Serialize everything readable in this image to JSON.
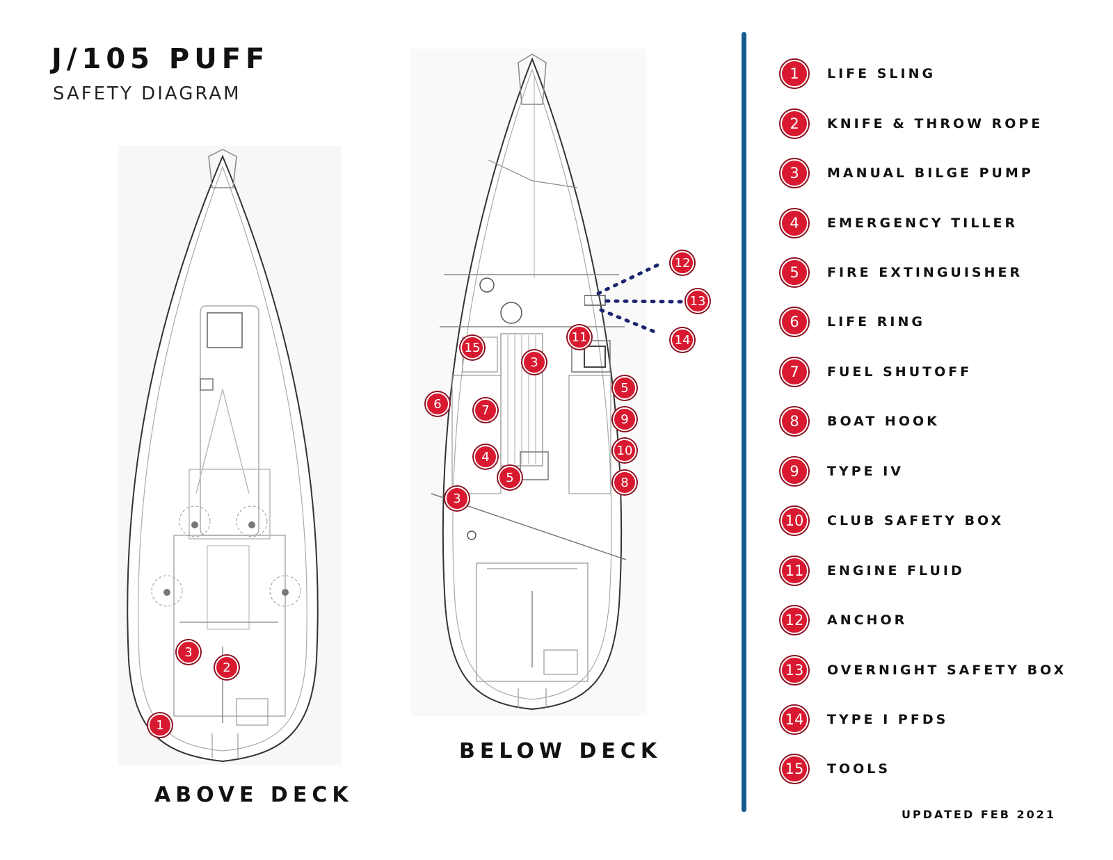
{
  "header": {
    "title": "J/105 PUFF",
    "subtitle": "SAFETY DIAGRAM"
  },
  "views": {
    "above_deck": "ABOVE DECK",
    "below_deck": "BELOW DECK"
  },
  "markers_above": [
    "3",
    "2",
    "1"
  ],
  "markers_below": [
    "12",
    "13",
    "14",
    "11",
    "15",
    "3",
    "5",
    "6",
    "7",
    "9",
    "10",
    "4",
    "5",
    "8",
    "3"
  ],
  "legend": [
    {
      "num": "1",
      "label": "LIFE SLING"
    },
    {
      "num": "2",
      "label": "KNIFE & THROW ROPE"
    },
    {
      "num": "3",
      "label": "MANUAL BILGE PUMP"
    },
    {
      "num": "4",
      "label": "EMERGENCY TILLER"
    },
    {
      "num": "5",
      "label": "FIRE EXTINGUISHER"
    },
    {
      "num": "6",
      "label": "LIFE RING"
    },
    {
      "num": "7",
      "label": "FUEL SHUTOFF"
    },
    {
      "num": "8",
      "label": "BOAT HOOK"
    },
    {
      "num": "9",
      "label": "TYPE IV"
    },
    {
      "num": "10",
      "label": "CLUB SAFETY BOX"
    },
    {
      "num": "11",
      "label": "ENGINE FLUID"
    },
    {
      "num": "12",
      "label": "ANCHOR"
    },
    {
      "num": "13",
      "label": "OVERNIGHT SAFETY BOX"
    },
    {
      "num": "14",
      "label": "TYPE I PFDS"
    },
    {
      "num": "15",
      "label": "TOOLS"
    }
  ],
  "colors": {
    "marker": "#d8192f",
    "divider": "#155a8f",
    "leader": "#1c2470"
  },
  "footer": {
    "updated": "UPDATED FEB 2021"
  }
}
